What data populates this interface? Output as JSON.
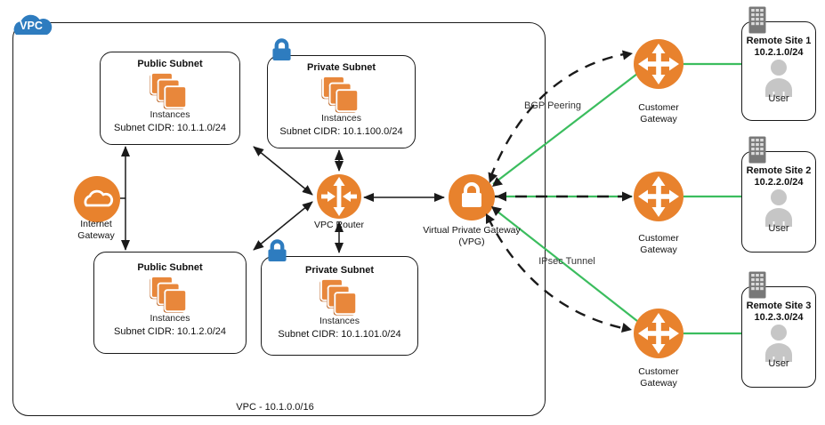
{
  "vpc": {
    "badge_label": "VPC",
    "footer_label": "VPC - 10.1.0.0/16"
  },
  "subnets": [
    {
      "title": "Public Subnet",
      "instances_label": "Instances",
      "cidr": "Subnet CIDR: 10.1.1.0/24"
    },
    {
      "title": "Private Subnet",
      "instances_label": "Instances",
      "cidr": "Subnet CIDR: 10.1.100.0/24"
    },
    {
      "title": "Public Subnet",
      "instances_label": "Instances",
      "cidr": "Subnet CIDR: 10.1.2.0/24"
    },
    {
      "title": "Private Subnet",
      "instances_label": "Instances",
      "cidr": "Subnet CIDR: 10.1.101.0/24"
    }
  ],
  "gateways": {
    "internet_gateway": {
      "line1": "Internet",
      "line2": "Gateway"
    },
    "vpc_router": {
      "label": "VPC Router"
    },
    "vpg": {
      "line1": "Virtual Private Gateway",
      "line2": "(VPG)"
    },
    "customer_gateway": {
      "line1": "Customer",
      "line2": "Gateway"
    }
  },
  "remote_sites": [
    {
      "title": "Remote Site 1",
      "cidr": "10.2.1.0/24",
      "user_label": "User"
    },
    {
      "title": "Remote Site 2",
      "cidr": "10.2.2.0/24",
      "user_label": "User"
    },
    {
      "title": "Remote Site 3",
      "cidr": "10.2.3.0/24",
      "user_label": "User"
    }
  ],
  "connection_labels": {
    "bgp": "BGP Peering",
    "ipsec": "IPsec Tunnel"
  },
  "colors": {
    "orange": "#E8822D",
    "orange_light": "#E8873B",
    "orange_shadow": "#B95F1E",
    "blue": "#2E7CBF",
    "green": "#3BBD5E",
    "line": "#1A1A1A",
    "gray_icon": "#C6C6C6",
    "building_gray": "#787878"
  }
}
